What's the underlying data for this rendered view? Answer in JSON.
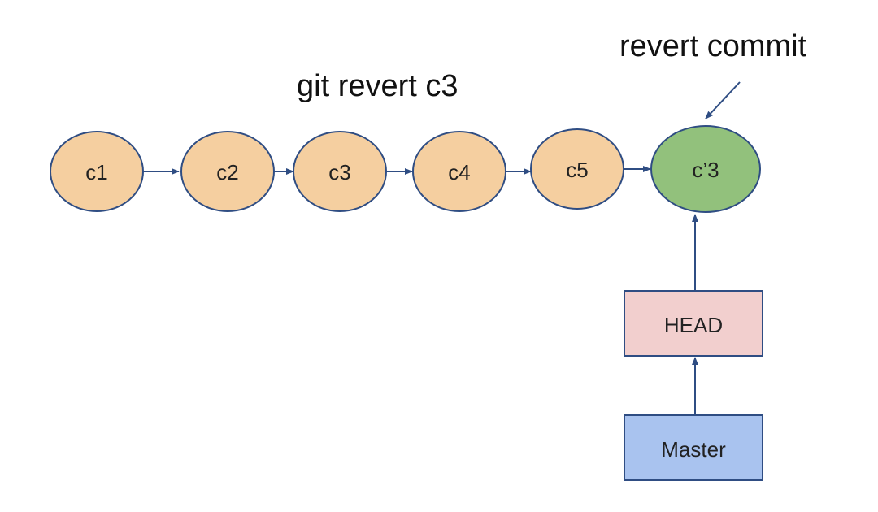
{
  "title": "git revert c3",
  "annotation": "revert commit",
  "commits": [
    {
      "label": "c1"
    },
    {
      "label": "c2"
    },
    {
      "label": "c3"
    },
    {
      "label": "c4"
    },
    {
      "label": "c5"
    },
    {
      "label": "c’3"
    }
  ],
  "refs": {
    "head": "HEAD",
    "master": "Master"
  },
  "colors": {
    "commit_fill": "#f5cfa0",
    "revert_fill": "#92c17c",
    "node_stroke": "#2f4d83",
    "head_fill": "#f2cfce",
    "master_fill": "#a9c3ef",
    "arrow": "#2f4d83"
  }
}
